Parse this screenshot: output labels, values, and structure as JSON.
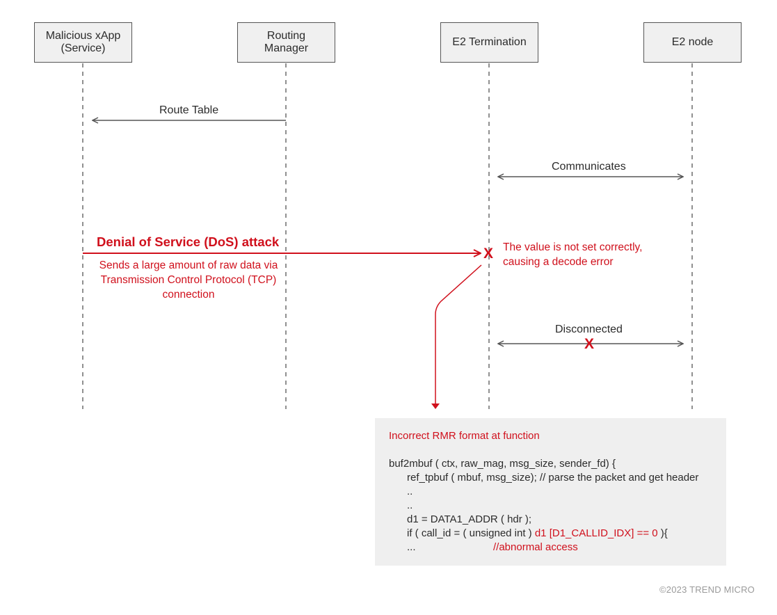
{
  "actors": [
    {
      "id": "malicious-xapp",
      "label": "Malicious xApp\n(Service)"
    },
    {
      "id": "routing-manager",
      "label": "Routing\nManager"
    },
    {
      "id": "e2-termination",
      "label": "E2 Termination"
    },
    {
      "id": "e2-node",
      "label": "E2 node"
    }
  ],
  "messages": {
    "route_table": "Route Table",
    "communicates": "Communicates",
    "disconnected": "Disconnected"
  },
  "attack": {
    "title": "Denial of Service (DoS) attack",
    "description": "Sends a large amount of raw data via Transmission Control Protocol (TCP) connection",
    "error_note_line1": "The value is not set correctly,",
    "error_note_line2": "causing a decode error",
    "x_mark": "X"
  },
  "code_box": {
    "title": "Incorrect RMR format at function",
    "lines": [
      "buf2mbuf ( ctx, raw_mag, msg_size, sender_fd) {",
      "ref_tpbuf ( mbuf, msg_size); // parse the packet and get header",
      "..",
      "..",
      "d1 = DATA1_ADDR ( hdr );",
      "if ( call_id = ( unsigned int ) ",
      "d1 [D1_CALLID_IDX] == 0",
      " ){",
      "...",
      "//abnormal access"
    ]
  },
  "colors": {
    "accent_red": "#d0101c",
    "box_fill": "#f0f0f0",
    "line_gray": "#555555"
  },
  "copyright": "©2023 TREND MICRO"
}
